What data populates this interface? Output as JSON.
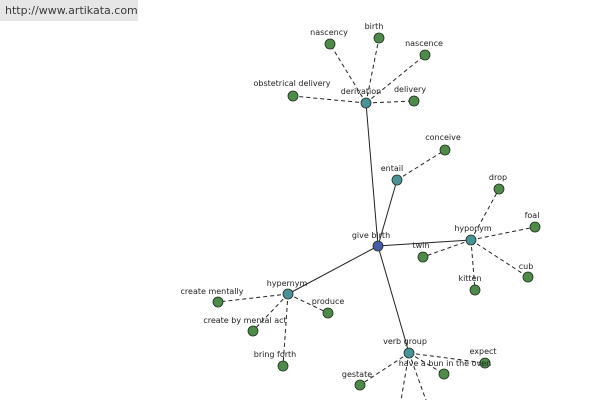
{
  "header": {
    "url_text": "http://www.artikata.com"
  },
  "colors": {
    "center": "#4a5ba8",
    "relation": "#4a9298",
    "leaf": "#4f8a4a"
  },
  "graph": {
    "center": {
      "label": "give birth"
    },
    "relations": [
      {
        "key": "derivation",
        "label": "derivation",
        "leaves": [
          "nascency",
          "birth",
          "nascence",
          "obstetrical delivery",
          "delivery"
        ]
      },
      {
        "key": "entail",
        "label": "entail",
        "leaves": [
          "conceive"
        ]
      },
      {
        "key": "hyponym",
        "label": "hyponym",
        "leaves": [
          "drop",
          "foal",
          "twin",
          "kitten",
          "cub"
        ]
      },
      {
        "key": "hypernym",
        "label": "hypernym",
        "leaves": [
          "create mentally",
          "produce",
          "create by mental act",
          "bring forth"
        ]
      },
      {
        "key": "verb-group",
        "label": "verb group",
        "leaves": [
          "expect",
          "have a bun in the oven",
          "gestate",
          "",
          ""
        ]
      }
    ]
  }
}
